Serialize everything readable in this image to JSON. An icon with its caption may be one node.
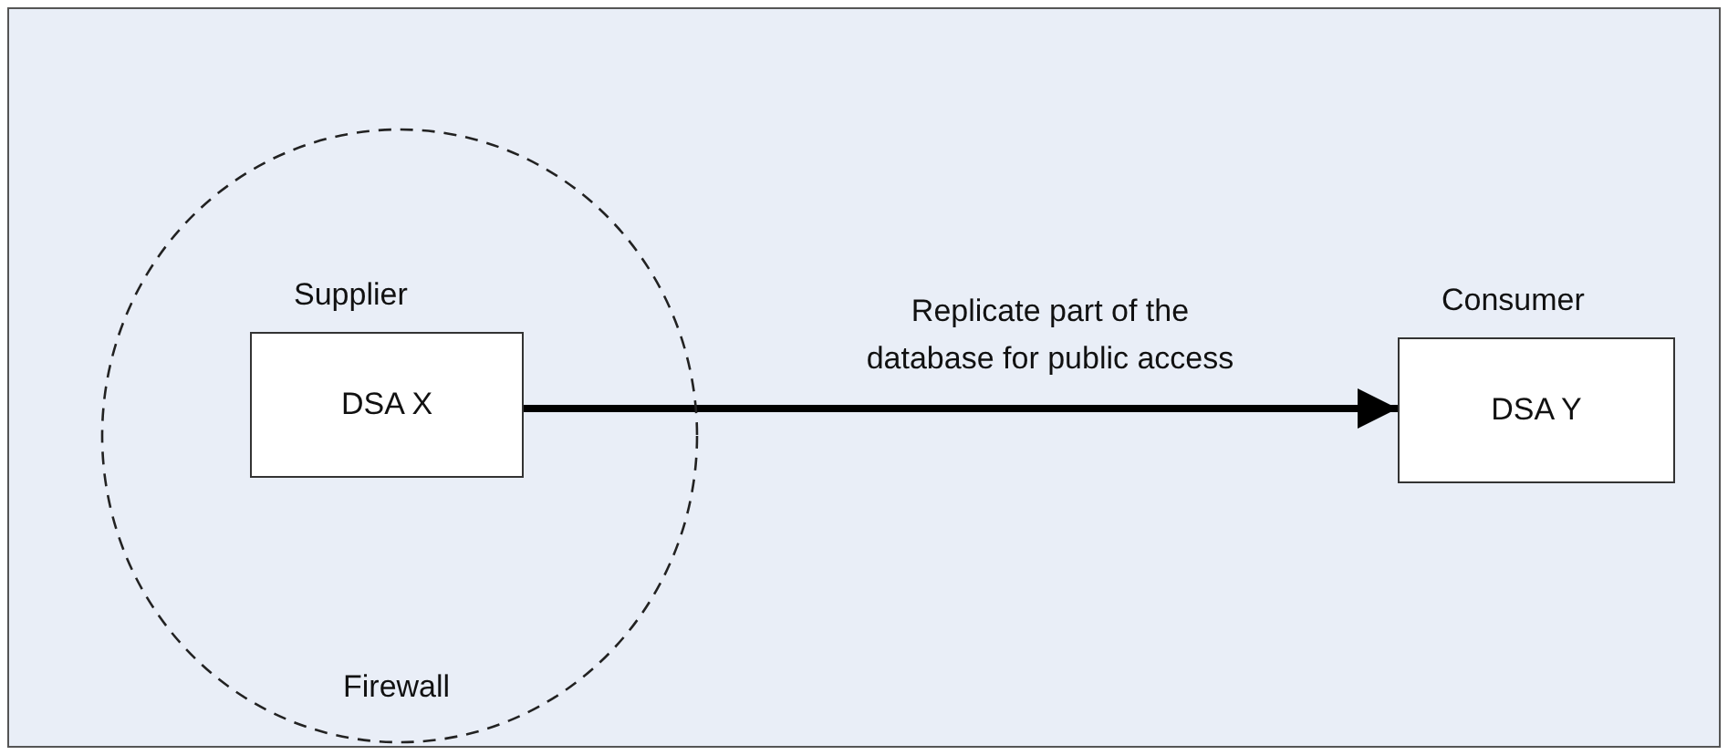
{
  "diagram": {
    "nodes": [
      {
        "text": [
          "Firewall"
        ]
      },
      {
        "text": [
          "DSA X"
        ],
        "in": 0,
        "beside": [
          "Supplier"
        ]
      },
      {
        "text": [
          "DSA Y"
        ],
        "beside": [
          "Consumer"
        ]
      }
    ],
    "edges": [
      {
        "from": 1,
        "to": 2,
        "arrow": "to",
        "label": "Replicate part of the database for public access"
      }
    ]
  }
}
